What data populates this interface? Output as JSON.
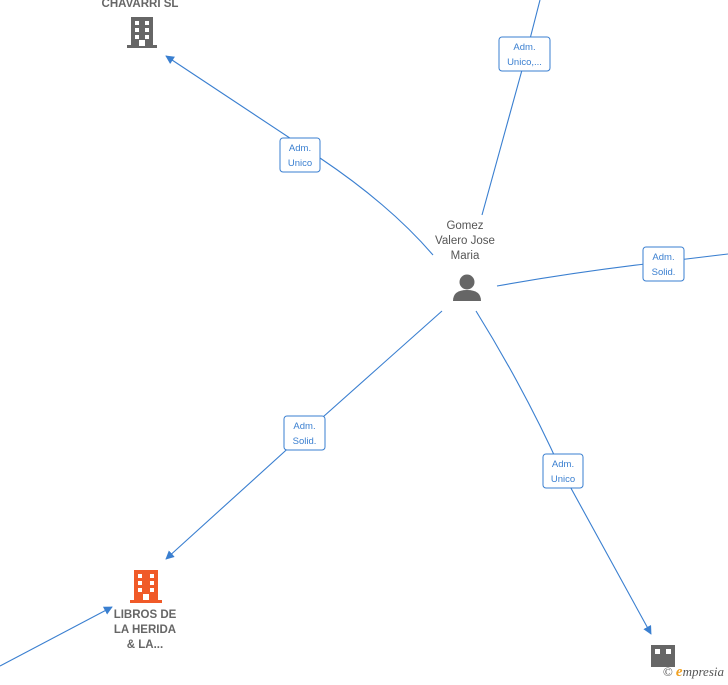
{
  "nodes": {
    "person": {
      "lines": [
        "Gomez",
        "Valero Jose",
        "Maria"
      ],
      "icon": "person-icon",
      "color": "#666666"
    },
    "chavarri": {
      "lines": [
        "CHAVARRI SL"
      ],
      "icon": "building-icon",
      "color": "#666666"
    },
    "libros": {
      "lines": [
        "LIBROS DE",
        "LA HERIDA",
        "& LA..."
      ],
      "icon": "building-icon",
      "color": "#f05a28"
    },
    "bottom_right": {
      "lines": [],
      "icon": "building-icon",
      "color": "#666666"
    }
  },
  "edges": [
    {
      "id": "person-to-chavarri",
      "label": [
        "Adm.",
        "Unico"
      ]
    },
    {
      "id": "person-to-top-right",
      "label": [
        "Adm.",
        "Unico,..."
      ]
    },
    {
      "id": "person-to-right",
      "label": [
        "Adm.",
        "Solid."
      ]
    },
    {
      "id": "person-to-libros",
      "label": [
        "Adm.",
        "Solid."
      ]
    },
    {
      "id": "person-to-bottom-right",
      "label": [
        "Adm.",
        "Unico"
      ]
    },
    {
      "id": "left-to-libros",
      "label": []
    }
  ],
  "colors": {
    "edge": "#3a7fd0",
    "node_gray": "#666666",
    "node_accent": "#f05a28",
    "brand": "#f0a020"
  },
  "watermark": {
    "copyright": "©",
    "brand_initial": "e",
    "brand_rest": "mpresia"
  }
}
